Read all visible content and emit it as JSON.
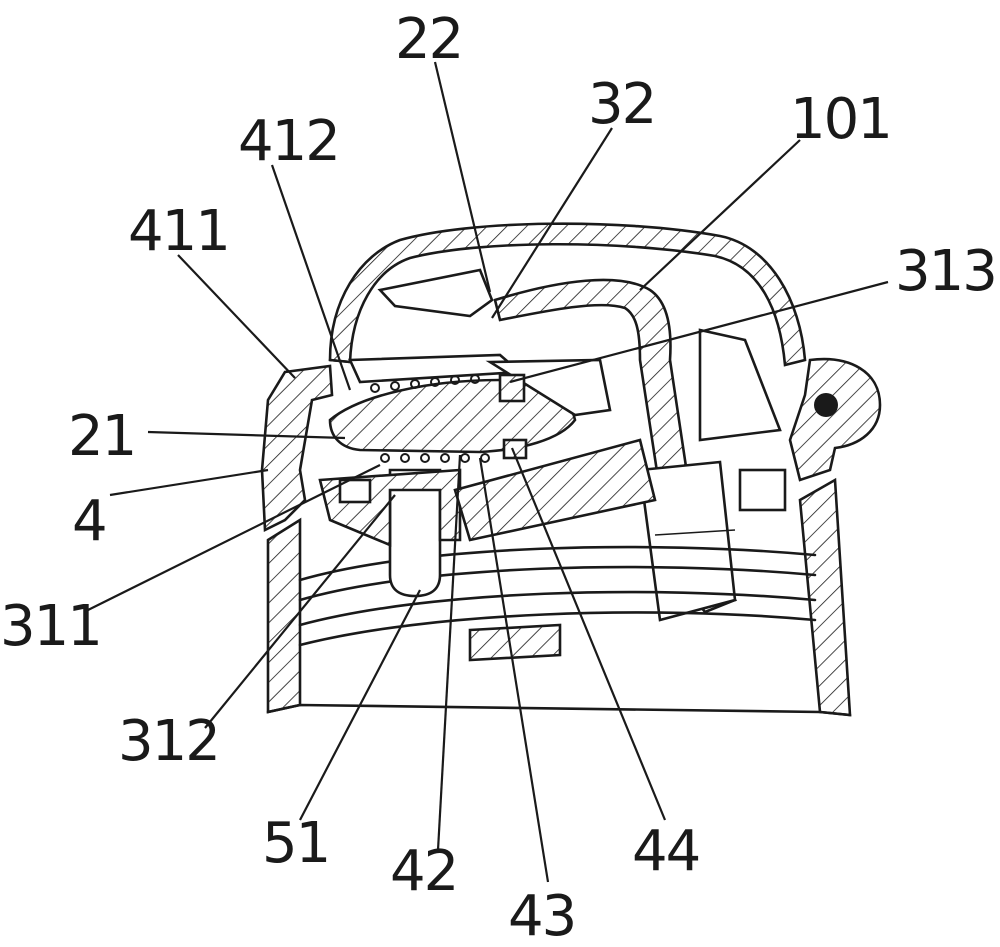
{
  "labels": [
    {
      "id": "22",
      "text": "22"
    },
    {
      "id": "32",
      "text": "32"
    },
    {
      "id": "101",
      "text": "101"
    },
    {
      "id": "412",
      "text": "412"
    },
    {
      "id": "411",
      "text": "411"
    },
    {
      "id": "313",
      "text": "313"
    },
    {
      "id": "21",
      "text": "21"
    },
    {
      "id": "4",
      "text": "4"
    },
    {
      "id": "311",
      "text": "311"
    },
    {
      "id": "312",
      "text": "312"
    },
    {
      "id": "51",
      "text": "51"
    },
    {
      "id": "42",
      "text": "42"
    },
    {
      "id": "43",
      "text": "43"
    },
    {
      "id": "44",
      "text": "44"
    }
  ],
  "colors": {
    "line": "#1a1a1a",
    "background": "#ffffff"
  }
}
